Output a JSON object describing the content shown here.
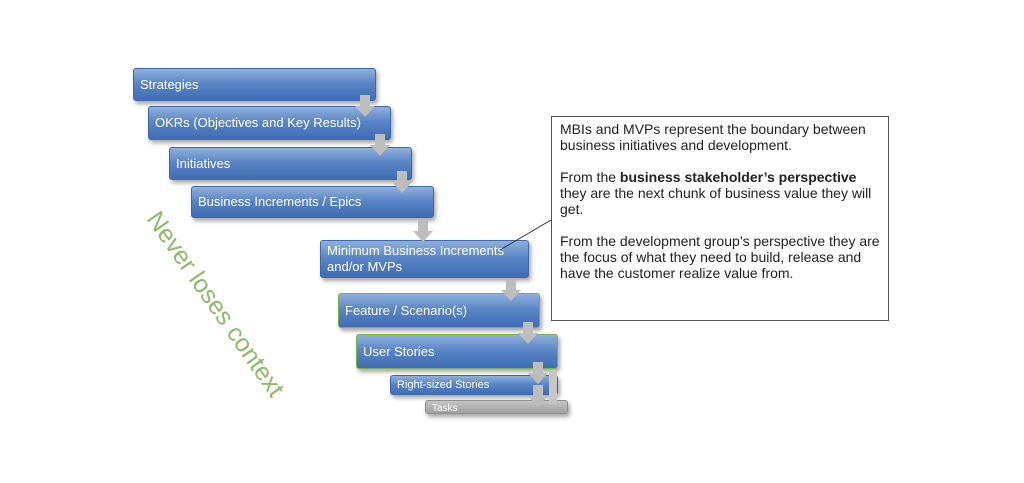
{
  "diagram": {
    "levels": [
      {
        "label": "Strategies"
      },
      {
        "label": "OKRs (Objectives and Key Results)"
      },
      {
        "label": "Initiatives"
      },
      {
        "label": "Business Increments / Epics"
      },
      {
        "label": "Minimum Business Increments and/or MVPs"
      },
      {
        "label": "Feature / Scenario(s)"
      },
      {
        "label": "User Stories"
      },
      {
        "label": "Right-sized Stories"
      },
      {
        "label": "Tasks"
      }
    ],
    "side_label": "Never loses context",
    "note": {
      "p1": "MBIs and MVPs represent the boundary between business initiatives and development.",
      "p2_pre": "From the ",
      "p2_bold": "business stakeholder’s perspective",
      "p2_post": " they are the next chunk of business value they will get.",
      "p3": "From the development group’s perspective they are the focus of what they need to build, release and have the customer realize value from."
    },
    "colors": {
      "box_blue": "#4f7cc0",
      "box_outline_green": "#79b24a",
      "task_gray": "#a6a6a6",
      "arrow_gray": "#bdbdbd",
      "side_label_green": "#8fb96a"
    }
  }
}
